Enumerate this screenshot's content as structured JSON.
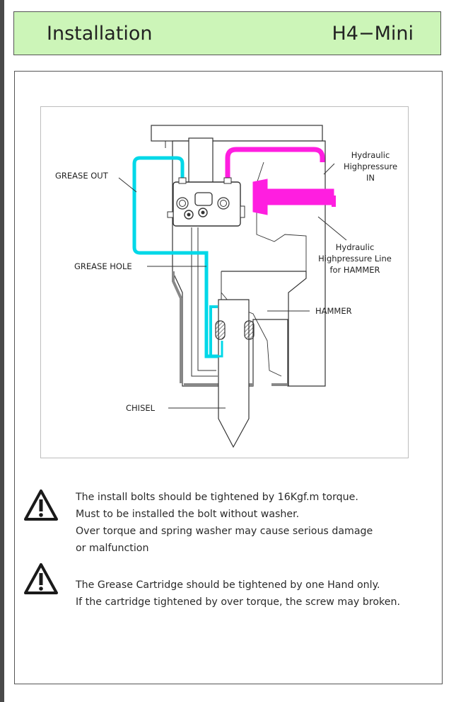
{
  "header": {
    "title": "Installation",
    "model": "H4−Mini"
  },
  "figure_labels": {
    "grease_out": "GREASE OUT",
    "grease_hole": "GREASE HOLE",
    "chisel": "CHISEL",
    "hammer": "HAMMER",
    "hydraulic_in": [
      "Hydraulic",
      "Highpressure",
      "IN"
    ],
    "hydraulic_line": [
      "Hydraulic",
      "Highpressure Line",
      "for HAMMER"
    ]
  },
  "colors": {
    "grease_line": "#00d8e8",
    "hydraulic_line": "#ff1ee0",
    "header_bg": "#ccf5b8"
  },
  "warnings": [
    {
      "icon": "warning-triangle-icon",
      "lines": [
        "The install bolts should be tightened by 16Kgf.m torque.",
        "Must to be installed the bolt without washer.",
        "Over torque and spring washer may cause serious damage",
        "or malfunction"
      ]
    },
    {
      "icon": "warning-triangle-icon",
      "lines": [
        "The Grease Cartridge should be tightened by one Hand only.",
        "If the cartridge tightened by over torque, the screw may broken."
      ]
    }
  ]
}
